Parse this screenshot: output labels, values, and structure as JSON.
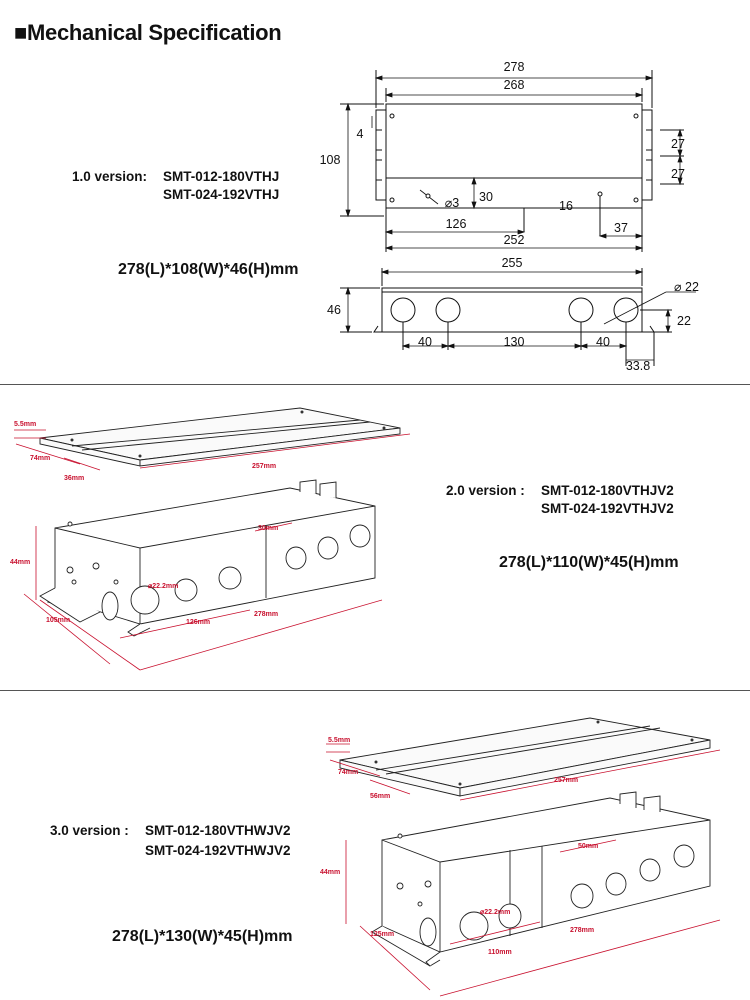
{
  "title": "■Mechanical Specification",
  "v1": {
    "label": "1.0 version:",
    "model1": "SMT-012-180VTHJ",
    "model2": "SMT-024-192VTHJ",
    "size": "278(L)*108(W)*46(H)mm",
    "drawing": {
      "top": {
        "d278": "278",
        "d268": "268",
        "d108": "108",
        "d4": "4",
        "d27a": "27",
        "d27b": "27",
        "d30": "30",
        "d3": "⌀3",
        "d16": "16",
        "d126": "126",
        "d37": "37",
        "d252": "252"
      },
      "side": {
        "d255": "255",
        "d46": "46",
        "d22a": "⌀ 22",
        "d22b": "22",
        "d40a": "40",
        "d130": "130",
        "d40b": "40",
        "d338": "33.8"
      }
    }
  },
  "v2": {
    "label": "2.0 version :",
    "model1": "SMT-012-180VTHJV2",
    "model2": "SMT-024-192VTHJV2",
    "size": "278(L)*110(W)*45(H)mm",
    "labels": {
      "l55": "5.5mm",
      "l74": "74mm",
      "l36": "36mm",
      "l257": "257mm",
      "l30": "30mm",
      "l44": "44mm",
      "l222": "⌀22.2mm",
      "l105": "105mm",
      "l126": "126mm",
      "l278": "278mm"
    }
  },
  "v3": {
    "label": "3.0 version :",
    "model1": "SMT-012-180VTHWJV2",
    "model2": "SMT-024-192VTHWJV2",
    "size": "278(L)*130(W)*45(H)mm",
    "labels": {
      "l55": "5.5mm",
      "l74": "74mm",
      "l56": "56mm",
      "l257": "257mm",
      "l50": "50mm",
      "l44": "44mm",
      "l222": "⌀22.2mm",
      "l125": "125mm",
      "l110": "110mm",
      "l278": "278mm"
    }
  },
  "colors": {
    "dim_red": "#c8102e",
    "line": "#111111"
  }
}
